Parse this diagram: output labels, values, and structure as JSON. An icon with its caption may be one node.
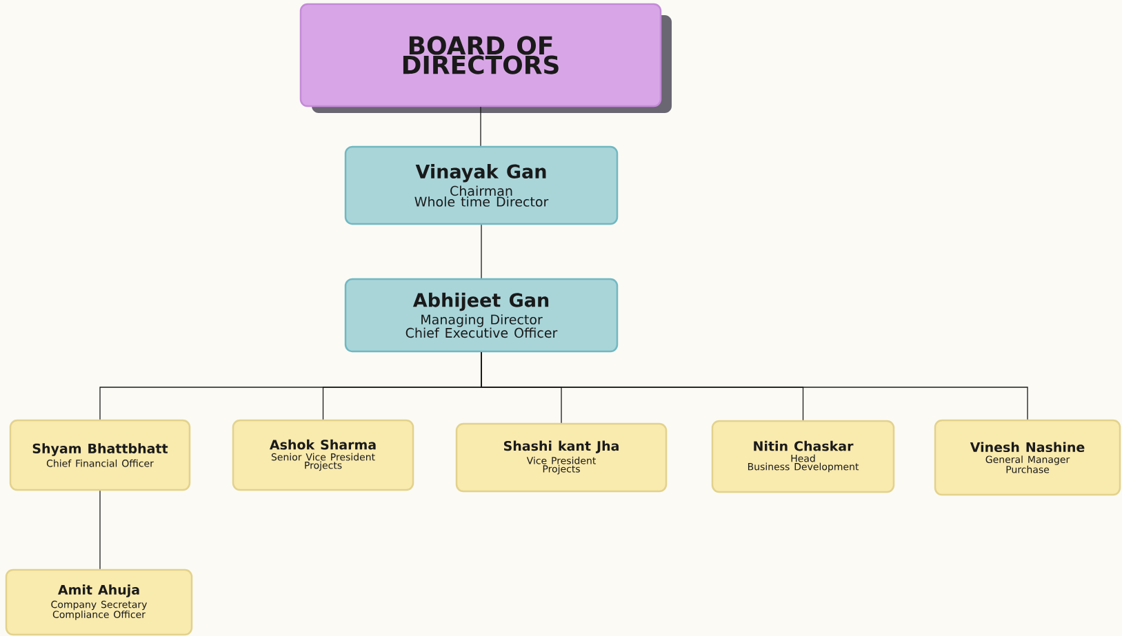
{
  "diagram": {
    "nodes": [
      {
        "text": [
          "BOARD OF DIRECTORS"
        ]
      },
      {
        "text": [
          "Vinayak Gan",
          "Chairman",
          "Whole time Director"
        ]
      },
      {
        "text": [
          "Abhijeet Gan",
          "Managing Director",
          "Chief Executive Officer"
        ]
      },
      {
        "text": [
          "Shyam Bhattbhatt",
          "Chief Financial Officer"
        ]
      },
      {
        "text": [
          "Ashok Sharma",
          "Senior Vice President",
          "Projects"
        ]
      },
      {
        "text": [
          "Shashi kant Jha",
          "Vice President",
          "Projects"
        ]
      },
      {
        "text": [
          "Nitin Chaskar",
          "Head",
          "Business Development"
        ]
      },
      {
        "text": [
          "Vinesh Nashine",
          "General Manager",
          "Purchase"
        ]
      },
      {
        "text": [
          "Amit Ahuja",
          "Company Secretary",
          "Compliance Officer"
        ]
      }
    ],
    "edges": [
      {
        "from": 0,
        "to": 1,
        "arrow": "none"
      },
      {
        "from": 1,
        "to": 2,
        "arrow": "none"
      },
      {
        "from": 2,
        "to": 3,
        "arrow": "none"
      },
      {
        "from": 2,
        "to": 4,
        "arrow": "none"
      },
      {
        "from": 2,
        "to": 5,
        "arrow": "none"
      },
      {
        "from": 2,
        "to": 6,
        "arrow": "none"
      },
      {
        "from": 2,
        "to": 7,
        "arrow": "none"
      },
      {
        "from": 3,
        "to": 8,
        "arrow": "none"
      }
    ]
  }
}
